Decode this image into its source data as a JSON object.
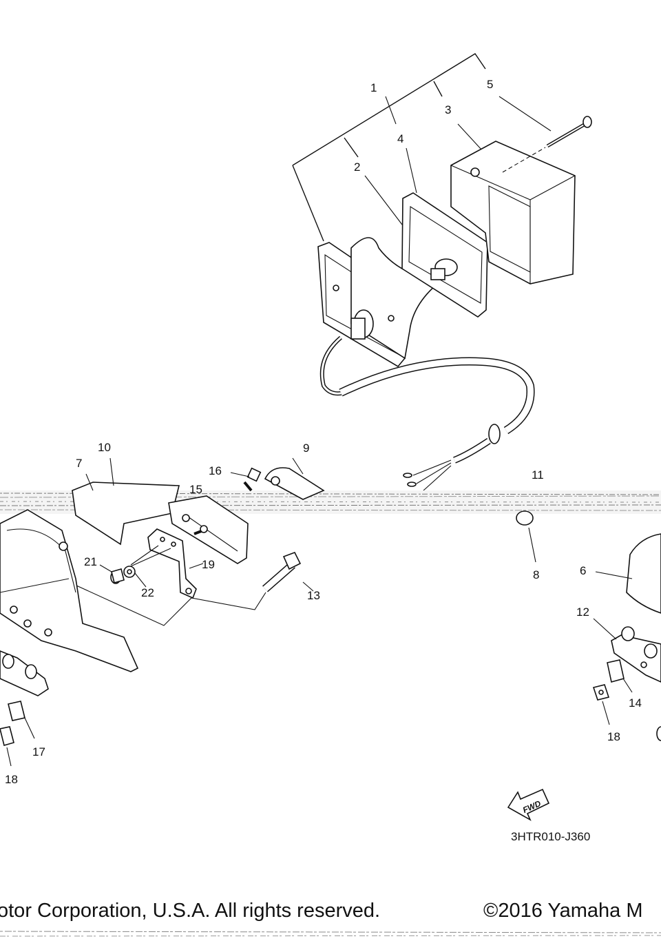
{
  "diagram": {
    "part_numbers": [
      "1",
      "2",
      "3",
      "4",
      "5",
      "6",
      "7",
      "8",
      "9",
      "10",
      "11",
      "12",
      "13",
      "14",
      "15",
      "16",
      "17",
      "18",
      "18",
      "19",
      "21",
      "22"
    ],
    "drawing_code": "3HTR010-J360",
    "fwd_marker": "FWD"
  },
  "footer": {
    "copyright_left": "otor Corporation, U.S.A. All rights reserved.",
    "copyright_right": "©2016 Yamaha M"
  }
}
